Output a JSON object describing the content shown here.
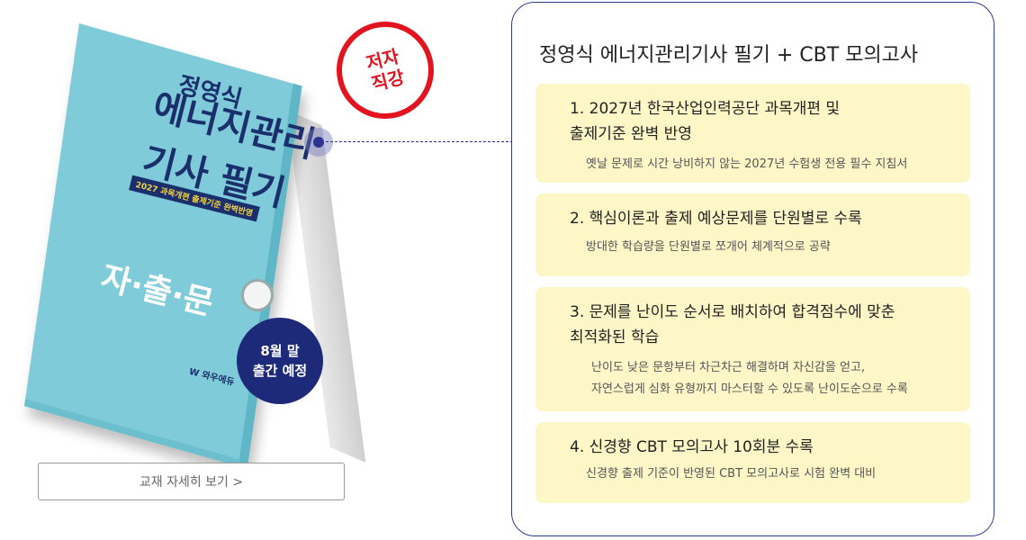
{
  "book": {
    "author": "정영식",
    "title_line1": "에너지관리",
    "title_line2": "기사 필기",
    "cover_badge": "2027 과목개편 출제기준 완벽반영",
    "series": "자·출·문",
    "publisher": "W 와우에듀"
  },
  "stamp": {
    "text": "저자\n직강"
  },
  "release_badge": {
    "text": "8월 말\n출간 예정"
  },
  "detail_button": {
    "label": "교재 자세히 보기 >"
  },
  "panel": {
    "title": "정영식 에너지관리기사 필기 + CBT 모의고사",
    "features": [
      {
        "title": "1. 2027년 한국산업인력공단 과목개편 및\n출제기준 완벽 반영",
        "desc": "옛날 문제로 시간 낭비하지 않는 2027년 수험생 전용 필수 지침서"
      },
      {
        "title": "2. 핵심이론과 출제 예상문제를 단원별로 수록",
        "desc": "방대한 학습량을 단원별로 쪼개어 체계적으로 공략"
      },
      {
        "title": "3. 문제를 난이도 순서로 배치하여 합격점수에 맞춘\n최적화된 학습",
        "desc": "난이도 낮은 문항부터 차근차근 해결하며 자신감을 얻고,\n자연스럽게 심화 유형까지 마스터할 수 있도록 난이도순으로 수록"
      },
      {
        "title": "4. 신경향 CBT 모의고사 10회분 수록",
        "desc": "신경향 출제 기준이 반영된 CBT 모의고사로 시험 완벽 대비"
      }
    ]
  },
  "colors": {
    "panel_border": "#2f3b8f",
    "feature_bg": "#fdf6c7",
    "stamp_red": "#e2141f",
    "badge_navy": "#1d2a7a",
    "cover_teal": "#7fcbd9"
  }
}
